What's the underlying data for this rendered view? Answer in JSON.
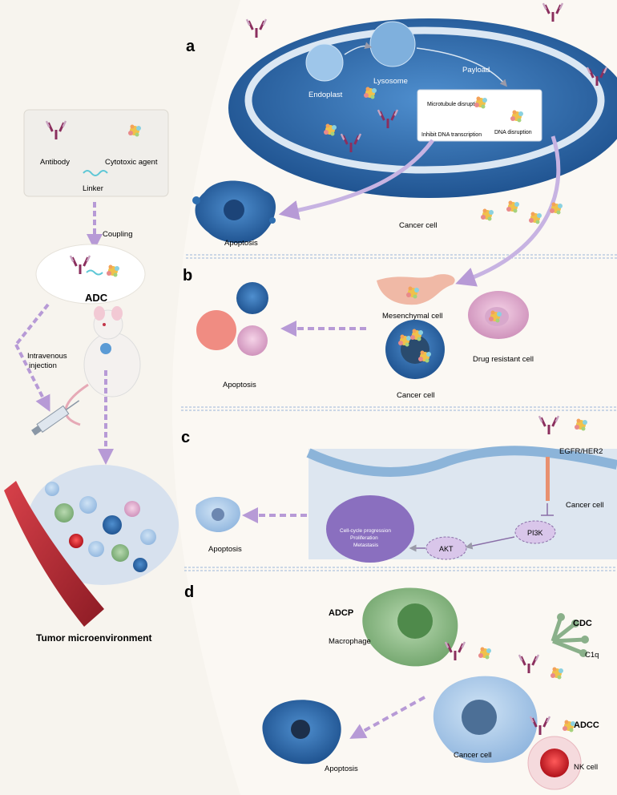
{
  "panel_letters": {
    "a": "a",
    "b": "b",
    "c": "c",
    "d": "d"
  },
  "legend": {
    "antibody": "Antibody",
    "cytotoxic_agent": "Cytotoxic agent",
    "linker": "Linker"
  },
  "left": {
    "coupling": "Coupling",
    "adc": "ADC",
    "injection_line1": "Intravenous",
    "injection_line2": "injection",
    "tumor_microenvironment": "Tumor microenvironment"
  },
  "panel_a": {
    "endoplast": "Endoplast",
    "lysosome": "Lysosome",
    "payload": "Payload",
    "microtubule": "Microtubule disruption",
    "inhibit_dna": "Inhibit DNA transcription",
    "dna_disruption": "DNA disruption",
    "cancer_cell": "Cancer cell",
    "apoptosis": "Apoptosis"
  },
  "panel_b": {
    "mesenchymal": "Mesenchymal cell",
    "drug_resistant": "Drug resistant cell",
    "cancer_cell": "Cancer cell",
    "apoptosis": "Apoptosis"
  },
  "panel_c": {
    "receptor": "EGFR/HER2",
    "cancer_cell": "Cancer cell",
    "pi3k": "PI3K",
    "akt": "AKT",
    "effect1": "Cell-cycle progression",
    "effect2": "Proliferation",
    "effect3": "Metastasis",
    "apoptosis": "Apoptosis"
  },
  "panel_d": {
    "adcp": "ADCP",
    "macrophage": "Macrophage",
    "cdc": "CDC",
    "c1q": "C1q",
    "adcc": "ADCC",
    "cancer_cell": "Cancer cell",
    "nk_cell": "NK cell",
    "apoptosis": "Apoptosis"
  },
  "colors": {
    "arrow": "#b79ad6",
    "cancer_blue": "#2f6fb0",
    "antibody": "#8b2f5e",
    "linker": "#5ec7d6"
  }
}
